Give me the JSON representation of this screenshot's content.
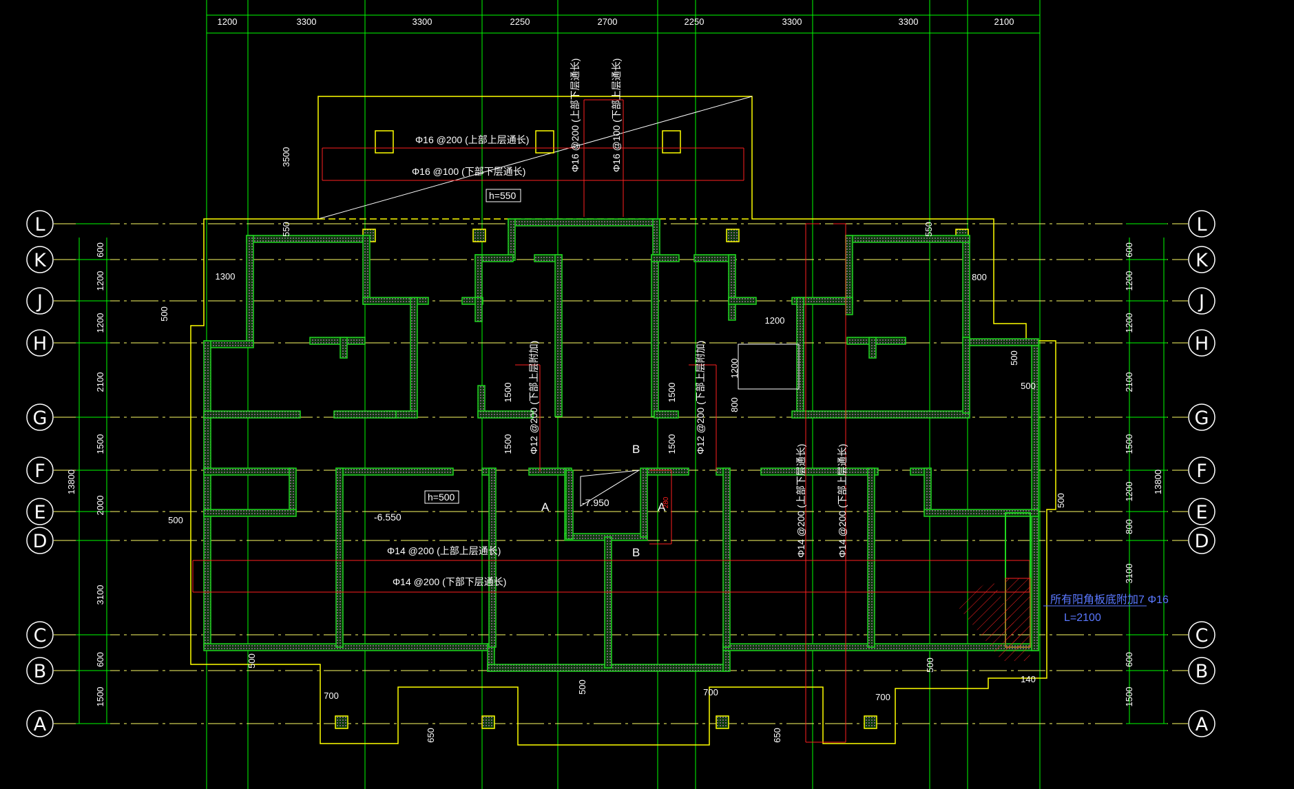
{
  "top_dims": [
    "1200",
    "3300",
    "3300",
    "2250",
    "2700",
    "2250",
    "3300",
    "3300",
    "2100"
  ],
  "left_dims": [
    "600",
    "1200",
    "1200",
    "2100",
    "1500",
    "2000",
    "3100",
    "600",
    "1500"
  ],
  "right_dims": [
    "600",
    "1200",
    "1200",
    "2100",
    "1500",
    "1200",
    "800",
    "3100",
    "600",
    "1500"
  ],
  "total_left": "13800",
  "total_right": "13800",
  "axes": [
    "L",
    "K",
    "J",
    "H",
    "G",
    "F",
    "E",
    "D",
    "C",
    "B",
    "A"
  ],
  "rebar": {
    "top_upper": "Φ16 @200 (上部上层通长)",
    "top_lower": "Φ16 @100 (下部下层通长)",
    "vert_a": "Φ16 @200 (上部下层通长)",
    "vert_b": "Φ16 @100 (下部上层通长)",
    "mid_upper": "Φ14 @200 (上部上层通长)",
    "mid_lower": "Φ14 @200 (下部下层通长)",
    "right_a": "Φ14 @200 (上部下层通长)",
    "right_b": "Φ14 @200 (下部上层通长)",
    "small_a": "Φ12 @200 (下部上层附加)",
    "small_b": "Φ12 @200 (下部上层附加)"
  },
  "labels": {
    "h550": "h=550",
    "h500": "h=500",
    "elev1": "-6.550",
    "elev2": "-7.950",
    "sec_a1": "A",
    "sec_a2": "A",
    "sec_b1": "B",
    "sec_b2": "B",
    "corner_note": "所有阳角板底附加7 Φ16",
    "corner_len": "L=2100"
  },
  "local_dims": {
    "d3500": "3500",
    "d550a": "550",
    "d550b": "550",
    "d1300": "1300",
    "d500a": "500",
    "d800": "800",
    "d1200": "1200",
    "d1500a": "1500",
    "d1500b": "1500",
    "d1500c": "1500",
    "d1500d": "1500",
    "d1200b": "1200",
    "d800b": "800",
    "d500b": "500",
    "d500c": "500",
    "d500d": "500",
    "d500e": "500",
    "d500f": "500",
    "d500g": "500",
    "d500h": "500",
    "d700a": "700",
    "d700b": "700",
    "d700c": "700",
    "d650a": "650",
    "d650b": "650",
    "d140": "140",
    "d280": "280"
  },
  "colors": {
    "grid": "#00ff00",
    "wall": "#1fd51f",
    "outline": "#ffff00",
    "axis": "#ffff66",
    "rebar": "#ff2020",
    "note": "#5a78ff",
    "text": "#ffffff"
  }
}
